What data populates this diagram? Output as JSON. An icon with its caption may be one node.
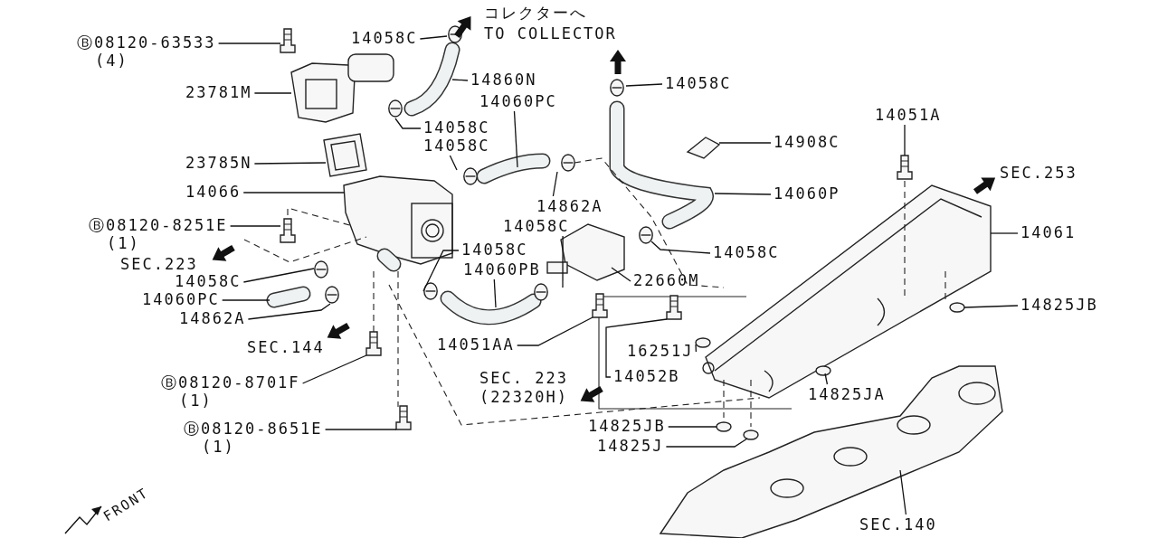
{
  "diagram": {
    "nodes": [
      {
        "text": [
          "Ⓑ08120-63533",
          "(4)"
        ]
      },
      {
        "text": [
          "14058C"
        ]
      },
      {
        "text": [
          "14860N"
        ]
      },
      {
        "text": [
          "23781M"
        ]
      },
      {
        "text": [
          "14058C"
        ]
      },
      {
        "text": [
          "14060PC"
        ]
      },
      {
        "text": [
          "14058C"
        ]
      },
      {
        "text": [
          "23785N"
        ]
      },
      {
        "text": [
          "14862A"
        ]
      },
      {
        "text": [
          "14066"
        ]
      },
      {
        "text": [
          "Ⓑ08120-8251E",
          "(1)"
        ]
      },
      {
        "text": [
          "14058C"
        ]
      },
      {
        "text": [
          "14058C"
        ]
      },
      {
        "text": [
          "14060PB"
        ]
      },
      {
        "text": [
          "14058C"
        ]
      },
      {
        "text": [
          "14060PC"
        ]
      },
      {
        "text": [
          "14862A"
        ]
      },
      {
        "text": [
          "14051AA"
        ]
      },
      {
        "text": [
          "Ⓑ08120-8701F",
          "(1)"
        ]
      },
      {
        "text": [
          "Ⓑ08120-8651E",
          "(1)"
        ]
      },
      {
        "text": [
          "14058C"
        ]
      },
      {
        "text": [
          "14908C"
        ]
      },
      {
        "text": [
          "14060P"
        ]
      },
      {
        "text": [
          "14058C"
        ]
      },
      {
        "text": [
          "22660M"
        ]
      },
      {
        "text": [
          "14051A"
        ]
      },
      {
        "text": [
          "14061"
        ]
      },
      {
        "text": [
          "14825JB"
        ]
      },
      {
        "text": [
          "16251J"
        ]
      },
      {
        "text": [
          "14052B"
        ]
      },
      {
        "text": [
          "14825JA"
        ]
      },
      {
        "text": [
          "14825JB"
        ]
      },
      {
        "text": [
          "14825J"
        ]
      },
      {
        "text": [
          "SEC.140"
        ]
      },
      {
        "text": [],
        "shape": "picture"
      },
      {
        "text": [],
        "shape": "picture"
      },
      {
        "text": [],
        "shape": "picture"
      },
      {
        "text": [],
        "shape": "picture"
      },
      {
        "text": [],
        "shape": "picture"
      },
      {
        "text": [],
        "shape": "picture"
      },
      {
        "text": [],
        "shape": "picture"
      }
    ],
    "edges": [
      {
        "from": 0,
        "to": 34,
        "arrow": "none"
      },
      {
        "from": 1,
        "to": null,
        "arrow": "none"
      },
      {
        "from": 2,
        "to": null,
        "arrow": "none"
      },
      {
        "from": 3,
        "to": null,
        "arrow": "none"
      },
      {
        "from": 4,
        "to": null,
        "arrow": "none"
      },
      {
        "from": 5,
        "to": null,
        "arrow": "none"
      },
      {
        "from": 6,
        "to": null,
        "arrow": "none"
      },
      {
        "from": 7,
        "to": null,
        "arrow": "none"
      },
      {
        "from": 8,
        "to": null,
        "arrow": "none"
      },
      {
        "from": 9,
        "to": null,
        "arrow": "none"
      },
      {
        "from": 10,
        "to": 35,
        "arrow": "none"
      },
      {
        "from": 11,
        "to": null,
        "arrow": "none"
      },
      {
        "from": 12,
        "to": null,
        "arrow": "none"
      },
      {
        "from": 13,
        "to": null,
        "arrow": "none"
      },
      {
        "from": 14,
        "to": null,
        "arrow": "none"
      },
      {
        "from": 15,
        "to": null,
        "arrow": "none"
      },
      {
        "from": 16,
        "to": null,
        "arrow": "none"
      },
      {
        "from": 17,
        "to": 38,
        "arrow": "none"
      },
      {
        "from": 18,
        "to": 36,
        "arrow": "none"
      },
      {
        "from": 19,
        "to": 37,
        "arrow": "none"
      },
      {
        "from": 20,
        "to": null,
        "arrow": "none"
      },
      {
        "from": 21,
        "to": null,
        "arrow": "none"
      },
      {
        "from": 22,
        "to": null,
        "arrow": "none"
      },
      {
        "from": 23,
        "to": null,
        "arrow": "none"
      },
      {
        "from": 24,
        "to": null,
        "arrow": "none"
      },
      {
        "from": 25,
        "to": 40,
        "arrow": "none"
      },
      {
        "from": 26,
        "to": null,
        "arrow": "none"
      },
      {
        "from": 27,
        "to": null,
        "arrow": "none"
      },
      {
        "from": 28,
        "to": null,
        "arrow": "none"
      },
      {
        "from": 29,
        "to": 39,
        "arrow": "none"
      },
      {
        "from": 30,
        "to": null,
        "arrow": "none"
      },
      {
        "from": 31,
        "to": null,
        "arrow": "none"
      },
      {
        "from": 32,
        "to": null,
        "arrow": "none"
      },
      {
        "from": 33,
        "to": null,
        "arrow": "none"
      }
    ],
    "labels": [
      "コレクターへ",
      "TO COLLECTOR",
      "SEC.253",
      "SEC.223",
      "SEC.144",
      "SEC. 223 (22320H)",
      "FRONT"
    ]
  }
}
